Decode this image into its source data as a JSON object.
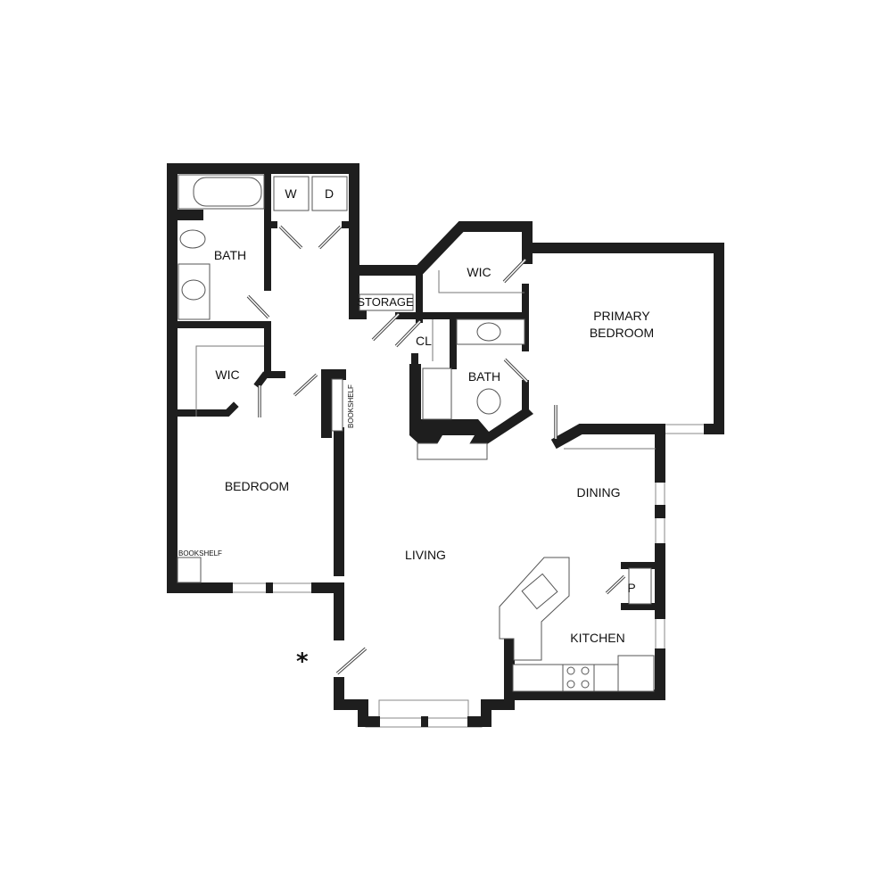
{
  "rooms": {
    "bath_left": "BATH",
    "washer": "W",
    "dryer": "D",
    "storage": "STORAGE",
    "wic_primary": "WIC",
    "primary_bedroom_line1": "PRIMARY",
    "primary_bedroom_line2": "BEDROOM",
    "closet": "CL",
    "bath_primary": "BATH",
    "wic_left": "WIC",
    "bookshelf_hall": "BOOKSHELF",
    "bedroom": "BEDROOM",
    "bookshelf_bedroom": "BOOKSHELF",
    "living": "LIVING",
    "dining": "DINING",
    "pantry": "P",
    "kitchen": "KITCHEN"
  },
  "entry_marker": "*",
  "colors": {
    "wall": "#1e1e1e",
    "background": "#ffffff"
  }
}
